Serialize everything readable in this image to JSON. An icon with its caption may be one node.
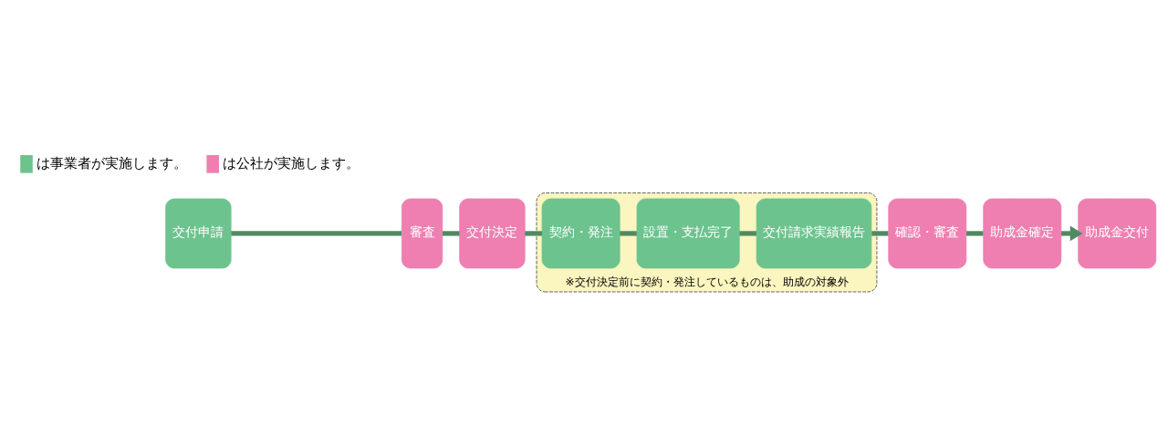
{
  "diagram": {
    "nodes": [
      {
        "text": [
          "交付申請"
        ]
      },
      {
        "text": [
          "審査"
        ]
      },
      {
        "text": [
          "交付決定"
        ]
      },
      {
        "text": [
          "※交付決定前に契約・発注しているものは、助成の対象外"
        ]
      },
      {
        "text": [
          "契約・発注"
        ],
        "in": 3
      },
      {
        "text": [
          "設置・支払完了"
        ],
        "in": 3
      },
      {
        "text": [
          "交付請求実績報告"
        ],
        "in": 3
      },
      {
        "text": [
          "確認・審査"
        ]
      },
      {
        "text": [
          "助成金確定"
        ]
      },
      {
        "text": [
          "助成金交付"
        ]
      }
    ],
    "edges": [
      {
        "from": 0,
        "to": 1,
        "arrow": "none"
      },
      {
        "from": 1,
        "to": 2,
        "arrow": "none"
      },
      {
        "from": 2,
        "to": 4,
        "arrow": "none"
      },
      {
        "from": 4,
        "to": 5,
        "arrow": "none"
      },
      {
        "from": 5,
        "to": 6,
        "arrow": "none"
      },
      {
        "from": 6,
        "to": 7,
        "arrow": "none"
      },
      {
        "from": 7,
        "to": 8,
        "arrow": "none"
      },
      {
        "from": 8,
        "to": 9,
        "arrow": "to"
      }
    ],
    "legend": [
      {
        "text": "は事業者が実施します。",
        "color": "#6cc38d"
      },
      {
        "text": "は公社が実施します。",
        "color": "#ee7fb0"
      }
    ]
  }
}
